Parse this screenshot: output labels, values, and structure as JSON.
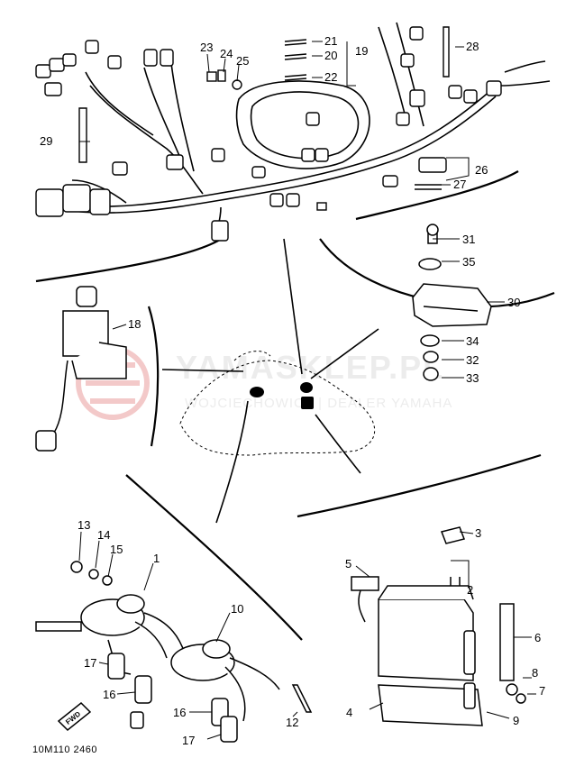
{
  "watermark": {
    "title": "YAMASKLEP.PL",
    "subtitle": "WOJCIECHOWICZ | DEALER YAMAHA"
  },
  "diagram_code": "10M110 2460",
  "direction_label": "FWD",
  "callouts": {
    "n1": "1",
    "n2": "2",
    "n3": "3",
    "n4": "4",
    "n5": "5",
    "n6": "6",
    "n7": "7",
    "n8": "8",
    "n9": "9",
    "n10": "10",
    "n12": "12",
    "n13": "13",
    "n14": "14",
    "n15": "15",
    "n16a": "16",
    "n16b": "16",
    "n17a": "17",
    "n17b": "17",
    "n18": "18",
    "n19": "19",
    "n20": "20",
    "n21": "21",
    "n22": "22",
    "n23": "23",
    "n24": "24",
    "n25": "25",
    "n26": "26",
    "n27": "27",
    "n28": "28",
    "n29": "29",
    "n30": "30",
    "n31": "31",
    "n32": "32",
    "n33": "33",
    "n34": "34",
    "n35": "35"
  },
  "colors": {
    "ink": "#000000",
    "watermark": "#f3c9c9"
  }
}
